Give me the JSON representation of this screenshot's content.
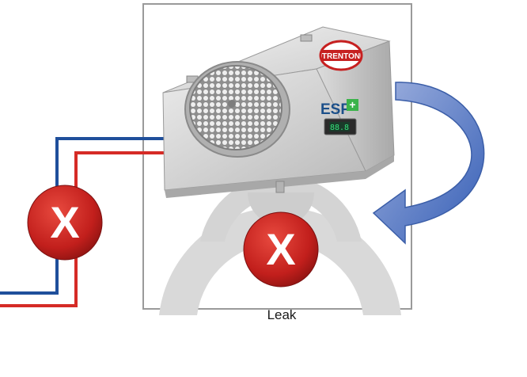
{
  "diagram": {
    "unit": {
      "brand_logo_text": "TRENTON",
      "model_badge_text": "ESP",
      "model_badge_plus": "+",
      "display_readout": "88.8"
    },
    "leak_label": "Leak",
    "markers": {
      "line_fault_symbol": "X",
      "leak_fault_symbol": "X"
    },
    "colors": {
      "supply_line": "#1f4f9b",
      "return_line": "#d52b26",
      "fault_marker": "#c7221f",
      "arrow": "#5e7cc2",
      "leak_rings": "#d9d9d9",
      "housing": "#cfcfcf",
      "frame": "#9a9a9a"
    },
    "icons": {
      "fault_marker": "x-circle-icon",
      "flow_arrow": "curved-arrow-icon",
      "leak": "leak-rings-icon"
    }
  }
}
